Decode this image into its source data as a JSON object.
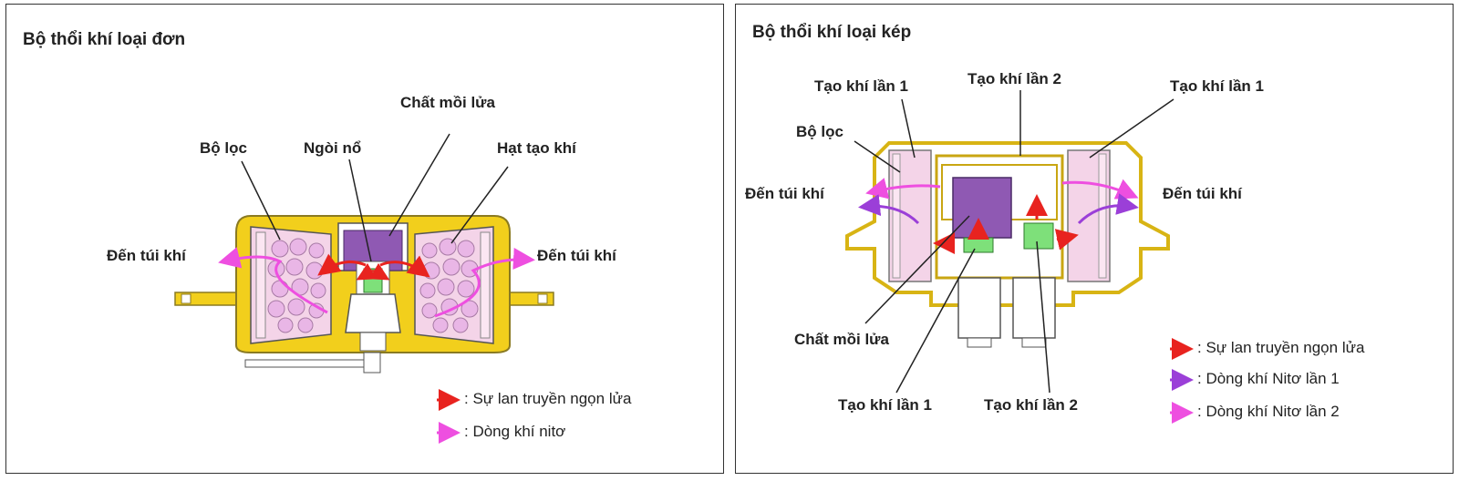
{
  "left": {
    "title": "Bộ thổi khí loại đơn",
    "labels": {
      "filter": "Bộ lọc",
      "squib": "Ngòi nổ",
      "igniter": "Chất mồi lửa",
      "gas_pellets": "Hạt tạo khí",
      "to_bag_left": "Đến túi khí",
      "to_bag_right": "Đến túi khí"
    },
    "legend": [
      {
        "text": "Sự lan truyền ngọn lửa",
        "color": "#e8231f"
      },
      {
        "text": "Dòng khí nitơ",
        "color": "#ee4fe0"
      }
    ]
  },
  "right": {
    "title": "Bộ thổi khí loại kép",
    "labels": {
      "stage1_top_left": "Tạo khí lần 1",
      "stage2_top": "Tạo khí lần 2",
      "stage1_top_right": "Tạo khí lần 1",
      "filter": "Bộ lọc",
      "to_bag_left": "Đến túi khí",
      "to_bag_right": "Đến túi khí",
      "igniter": "Chất mồi lửa",
      "stage1_bottom": "Tạo khí lần 1",
      "stage2_bottom": "Tạo khí lần 2"
    },
    "legend": [
      {
        "text": "Sự lan truyền ngọn lửa",
        "color": "#e8231f"
      },
      {
        "text": "Dòng khí Nitơ lần 1",
        "color": "#9b3fd8"
      },
      {
        "text": "Dòng khí Nitơ lần 2",
        "color": "#ee4fe0"
      }
    ]
  },
  "colors": {
    "housing": "#f2cf1c",
    "housing_stroke": "#8a7a22",
    "filter_pink": "#f4d4e8",
    "pellet": "#e9b6e6",
    "igniter_purple": "#8f59b3",
    "squib_green": "#7ee07a",
    "flame_red": "#e8231f",
    "nitrogen_magenta": "#ee4fe0",
    "nitrogen_purple": "#9b3fd8"
  }
}
